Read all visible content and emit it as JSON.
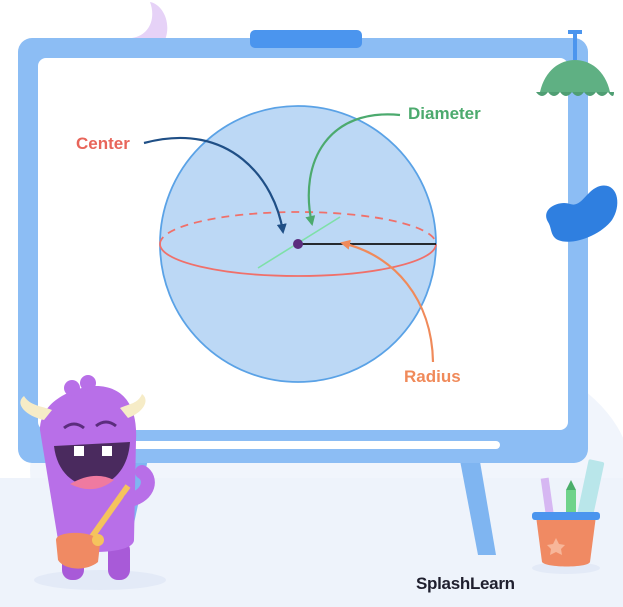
{
  "labels": {
    "center": "Center",
    "diameter": "Diameter",
    "radius": "Radius"
  },
  "brand": "SplashLearn",
  "colors": {
    "center": "#e8655a",
    "center_arrow": "#1f4f86",
    "diameter": "#4caa6e",
    "radius": "#f08a5a",
    "sphere_fill": "#bcd8f5",
    "sphere_stroke": "#5aa2e6",
    "equator": "#f0706a",
    "board_frame": "#8cbdf4",
    "board_accent": "#4b95ee",
    "lamp": "#5fb083",
    "monster": "#b86fe8",
    "pot": "#f08a63",
    "blob": "#2f7fe0"
  },
  "icons": {
    "character": "purple-monster-icon",
    "lamp": "hanging-lamp-icon",
    "pencil_pot": "pencil-pot-icon",
    "blob": "blue-blob-icon",
    "swirl": "lilac-swirl-icon"
  }
}
